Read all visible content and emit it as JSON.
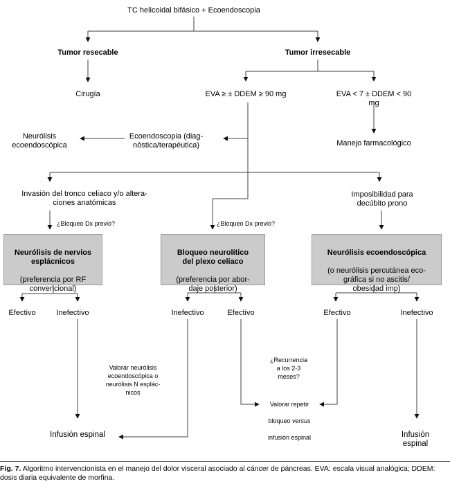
{
  "figure": {
    "nodes": {
      "root": "TC helicoidal bifásico + Ecoendoscopia",
      "tumor_resecable": "Tumor resecable",
      "tumor_irresecable": "Tumor irresecable",
      "cirugia": "Cirugía",
      "eva_alto": "EVA ≥ ± DDEM ≥ 90 mg",
      "eva_bajo": "EVA < 7 ± DDEM < 90 mg",
      "manejo_farmacologico": "Manejo farmacológico",
      "ecoendoscopia": "Ecoendoscopia (diag-\nnóstica/terapéutica)",
      "neurolisis_ecoendoscopica": "Neurólisis\necoendoscópica",
      "invasion_tronco": "Invasión del tronco celiaco y/o altera-\nciones anatómicas",
      "imposibilidad_decubito": "Imposibilidad para\ndecúbito prono"
    },
    "boxes": {
      "izquierda": {
        "title": "Neurólisis de nervios\nesplácnicos",
        "subtitle": "(preferencia por RF\nconvencional)"
      },
      "centro": {
        "title": "Bloqueo neurolítico\ndel plexo celiaco",
        "subtitle": "(preferencia por abor-\ndaje posterior)"
      },
      "derecha": {
        "title": "Neurólisis ecoendoscópica",
        "subtitle": "(o neurólisis percutánea eco-\ngráfica si no ascitis/\nobesidad imp)"
      }
    },
    "outcomes": {
      "efectivo_izq": "Efectivo",
      "inefectivo_izq": "Inefectivo",
      "inefectivo_centro": "Inefectivo",
      "efectivo_centro": "Efectivo",
      "efectivo_der": "Efectivo",
      "inefectivo_der": "Inefectivo",
      "infusion_espinal_izq": "Infusión espinal",
      "infusion_espinal_der": "Infusión espinal"
    },
    "annotations": {
      "bloqueo_dx_izq": "¿Bloqueo Dx previo?",
      "bloqueo_dx_centro": "¿Bloqueo Dx previo?",
      "valorar_neurolisis": "Valorar neurólisis\necoendoscópica o\nneurólisis N esplác-\nnicos",
      "recurrencia": "¿Recurrencia\na los 2-3\nmeses?",
      "valorar_repetir": {
        "line1": "Valorar repetir",
        "line2_pre": "bloqueo ",
        "line2_italic": "versus",
        "line3": "infusión espinal"
      }
    },
    "caption": {
      "prefix": "Fig. 7.",
      "text": "Algoritmo intervencionista en el manejo del dolor visceral asociado al cáncer de páncreas. EVA: escala visual analógica; DDEM: dosis diaria equivalente de morfina."
    }
  }
}
